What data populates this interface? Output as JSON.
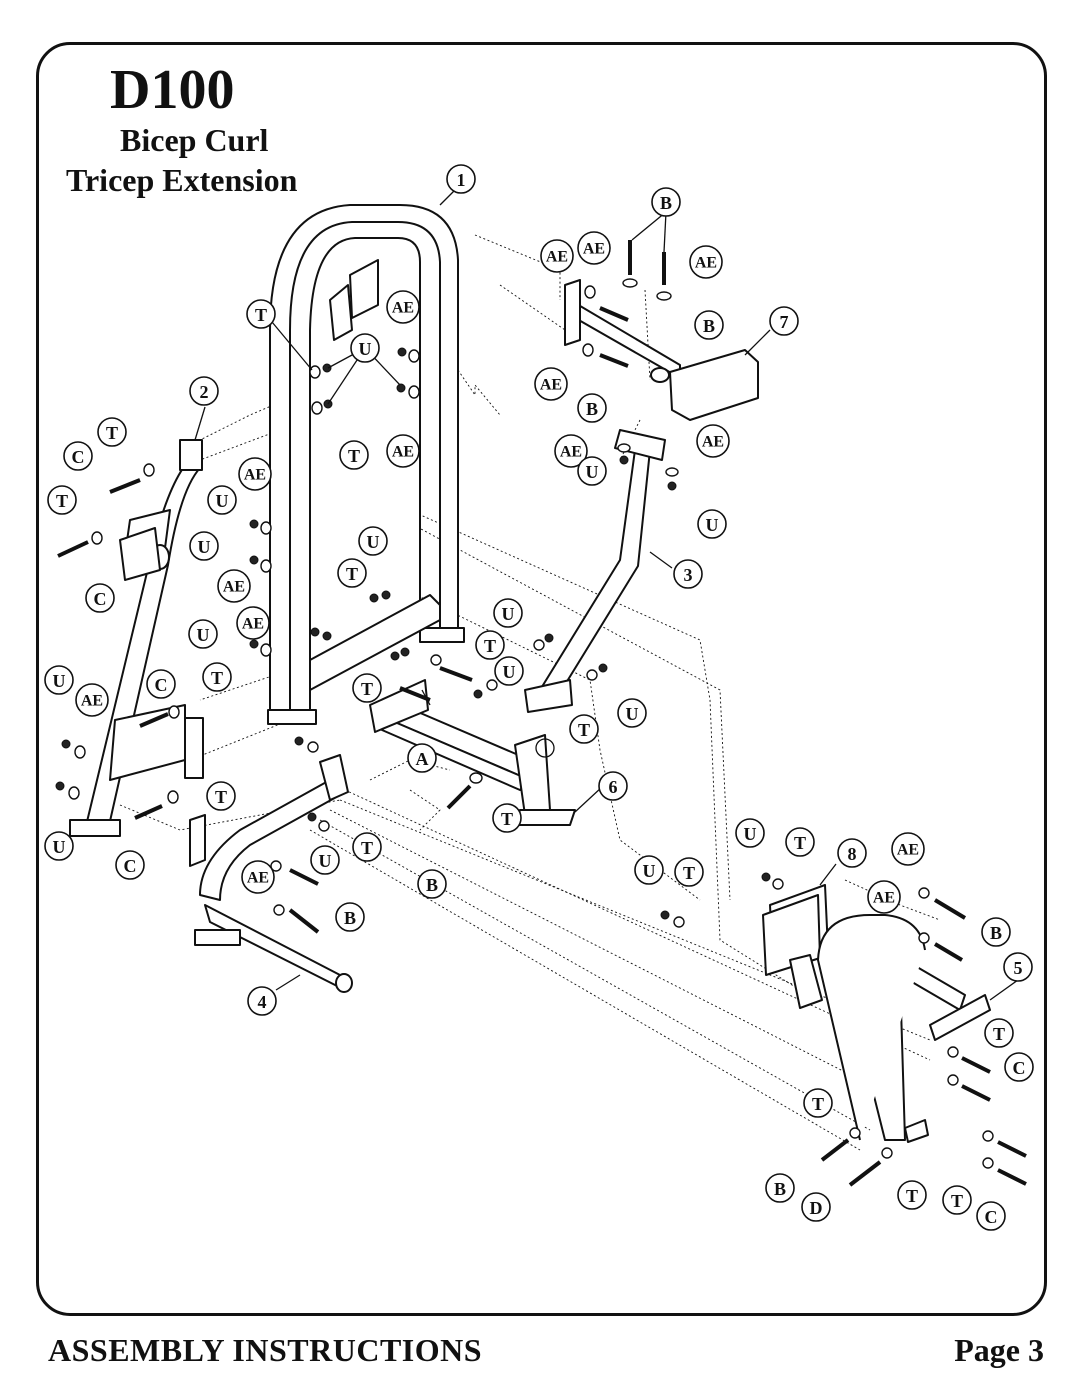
{
  "header": {
    "model": "D100",
    "subtitle_line1": "Bicep Curl",
    "subtitle_line2": "Tricep Extension"
  },
  "footer": {
    "left": "ASSEMBLY INSTRUCTIONS",
    "right": "Page 3"
  },
  "callouts": [
    {
      "id": "part-1",
      "label": "1"
    },
    {
      "id": "part-2",
      "label": "2"
    },
    {
      "id": "part-3",
      "label": "3"
    },
    {
      "id": "part-4",
      "label": "4"
    },
    {
      "id": "part-5",
      "label": "5"
    },
    {
      "id": "part-6",
      "label": "6"
    },
    {
      "id": "part-7",
      "label": "7"
    },
    {
      "id": "part-8",
      "label": "8"
    },
    {
      "id": "hw-B",
      "label": "B"
    },
    {
      "id": "hw-AE",
      "label": "AE"
    },
    {
      "id": "hw-T",
      "label": "T"
    },
    {
      "id": "hw-U",
      "label": "U"
    },
    {
      "id": "hw-C",
      "label": "C"
    },
    {
      "id": "hw-A",
      "label": "A"
    },
    {
      "id": "hw-D",
      "label": "D"
    }
  ]
}
